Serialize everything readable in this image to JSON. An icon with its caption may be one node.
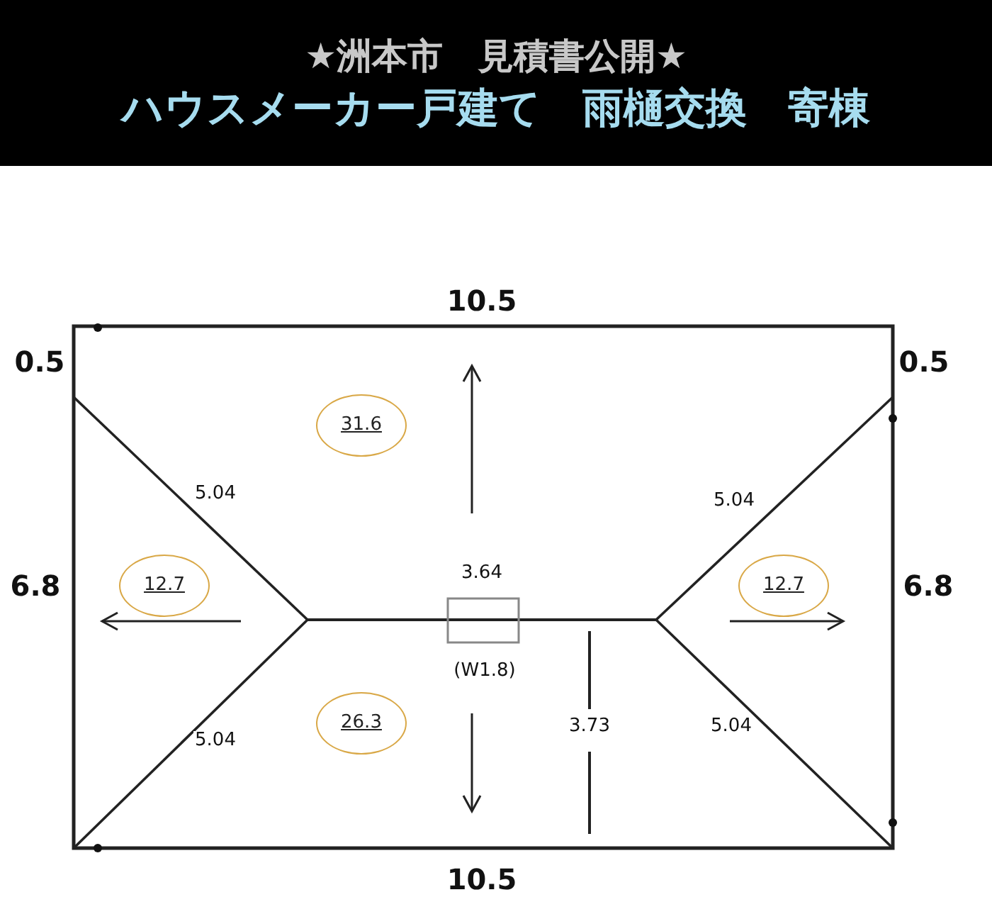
{
  "diagram": {
    "title": "★洲本市　見積書公開★",
    "nodes": [
      {
        "text": [
          "31.6"
        ]
      },
      {
        "text": [
          "12.7"
        ]
      },
      {
        "text": [
          "26.3"
        ]
      },
      {
        "text": [
          "12.7"
        ]
      }
    ],
    "edges": [],
    "labels": [
      "ハウスメーカー戸建て　雨樋交換　寄棟",
      "10.5",
      "0.5",
      "0.5",
      "5.04",
      "3.64",
      "5.04",
      "6.8",
      "6.8",
      "(W1.8)",
      "5.04",
      "3.73",
      "5.04",
      "10.5"
    ]
  }
}
